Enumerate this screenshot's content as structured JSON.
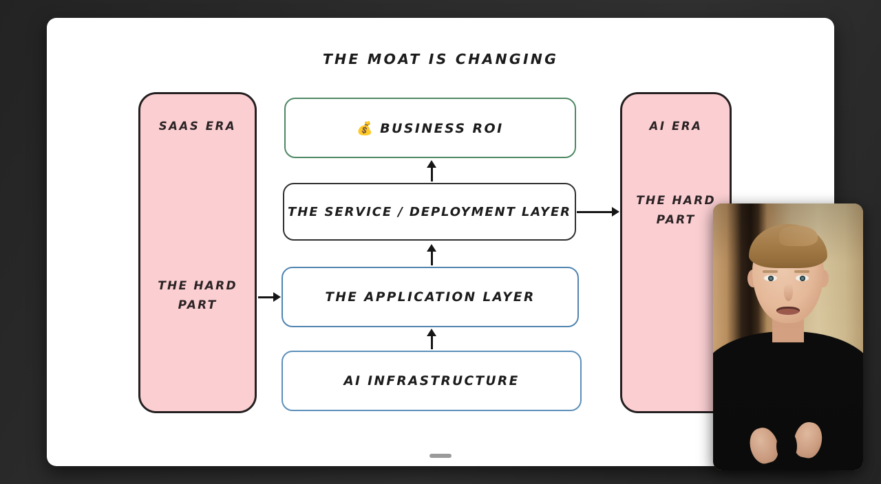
{
  "board": {
    "title": "THE MOAT IS CHANGING",
    "home_indicator": "",
    "background_color": "#ffffff",
    "surround_color": "#2a2a2a"
  },
  "eras": [
    {
      "id": "saas",
      "title": "SAAS ERA",
      "subtitle": "THE HARD PART",
      "fill_color": "#fbcfd2",
      "border_color": "#241f20"
    },
    {
      "id": "ai",
      "title": "AI ERA",
      "subtitle": "THE HARD PART",
      "fill_color": "#fbcfd2",
      "border_color": "#241f20"
    }
  ],
  "stack": [
    {
      "id": "roi",
      "icon": "money-bag-icon",
      "icon_glyph": "💰",
      "label": "BUSINESS ROI",
      "border_color": "#4d8763"
    },
    {
      "id": "service",
      "label": "THE SERVICE / DEPLOYMENT LAYER",
      "border_color": "#2e2e2e"
    },
    {
      "id": "application",
      "label": "THE APPLICATION LAYER",
      "border_color": "#4f84b0"
    },
    {
      "id": "infrastructure",
      "label": "AI INFRASTRUCTURE",
      "border_color": "#5b8fba"
    }
  ],
  "arrows": [
    {
      "id": "infra-to-app",
      "direction": "up",
      "from": "AI INFRASTRUCTURE",
      "to": "THE APPLICATION LAYER"
    },
    {
      "id": "app-to-service",
      "direction": "up",
      "from": "THE APPLICATION LAYER",
      "to": "THE SERVICE / DEPLOYMENT LAYER"
    },
    {
      "id": "service-to-roi",
      "direction": "up",
      "from": "THE SERVICE / DEPLOYMENT LAYER",
      "to": "BUSINESS ROI"
    },
    {
      "id": "saas-to-app",
      "direction": "right",
      "from": "SAAS ERA",
      "to": "THE APPLICATION LAYER"
    },
    {
      "id": "service-to-ai",
      "direction": "right",
      "from": "THE SERVICE / DEPLOYMENT LAYER",
      "to": "AI ERA"
    }
  ],
  "webcam": {
    "label": "presenter-webcam"
  }
}
